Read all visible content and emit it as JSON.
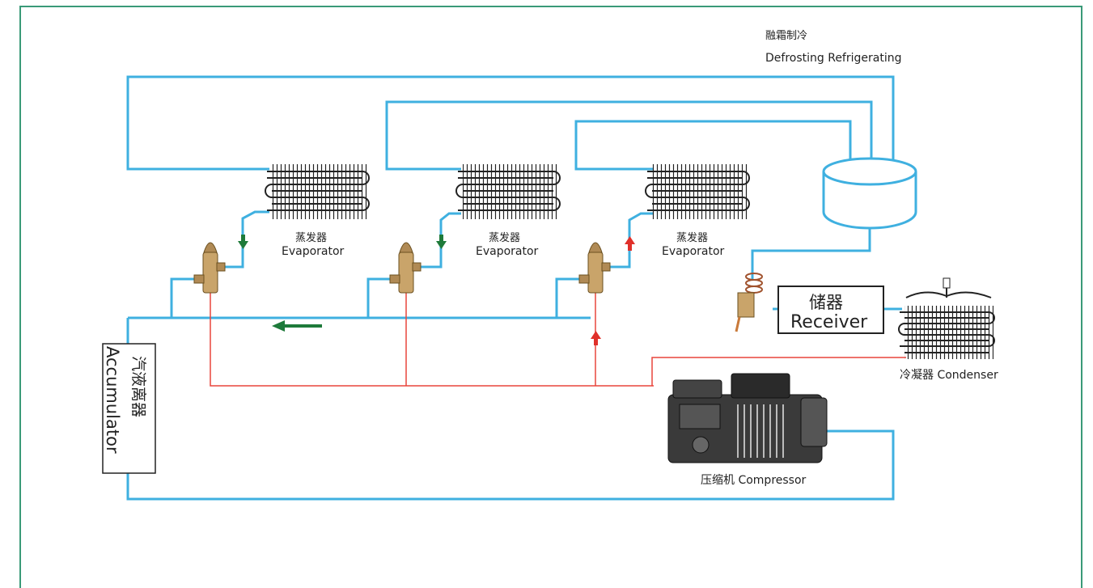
{
  "labels": {
    "mode_cn": "融霜制冷",
    "mode_en": "Defrosting  Refrigerating",
    "evap1_cn": "蒸发器",
    "evap1_en": "Evaporator",
    "evap2_cn": "蒸发器",
    "evap2_en": "Evaporator",
    "evap3_cn": "蒸发器",
    "evap3_en": "Evaporator",
    "receiver_cn": "储器",
    "receiver_en": "Receiver",
    "condenser": "冷凝器 Condenser",
    "compressor": "压缩机 Compressor",
    "accumulator_cn": "汽液离器",
    "accumulator_en": "Accumulator"
  },
  "colors": {
    "frame": "#3a9a78",
    "suction_line": "#3fb0e0",
    "hot_gas_line": "#e8453c",
    "arrow_green": "#1e7a3a",
    "arrow_red": "#e0302a",
    "coil": "#222222"
  },
  "icons": [
    "evaporator-coil-icon",
    "expansion-valve-icon",
    "receiver-tank-icon",
    "fan-icon",
    "condenser-coil-icon",
    "compressor-icon",
    "thermal-expansion-valve-icon"
  ]
}
